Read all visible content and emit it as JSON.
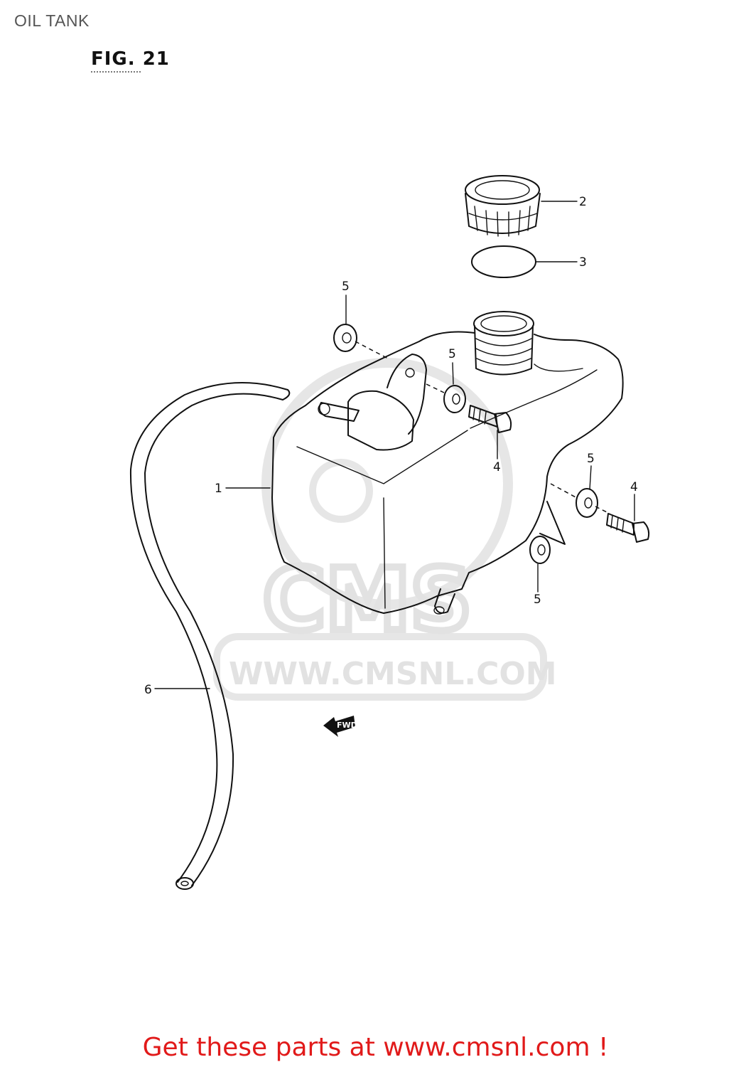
{
  "header": {
    "title": "OIL TANK"
  },
  "figure": {
    "label": "FIG. 21"
  },
  "callouts": {
    "c1": "1",
    "c2": "2",
    "c3": "3",
    "c4a": "4",
    "c4b": "4",
    "c5a": "5",
    "c5b": "5",
    "c5c": "5",
    "c5d": "5",
    "c6": "6"
  },
  "fwd_marker": "FWD",
  "watermark": {
    "big": "CMS",
    "url": "WWW.CMSNL.COM"
  },
  "footer": {
    "promo_text": "Get these parts at www.cmsnl.com !"
  },
  "colors": {
    "promo": "#e11a1a",
    "watermark": "#e2e2e2",
    "line": "#111111"
  }
}
